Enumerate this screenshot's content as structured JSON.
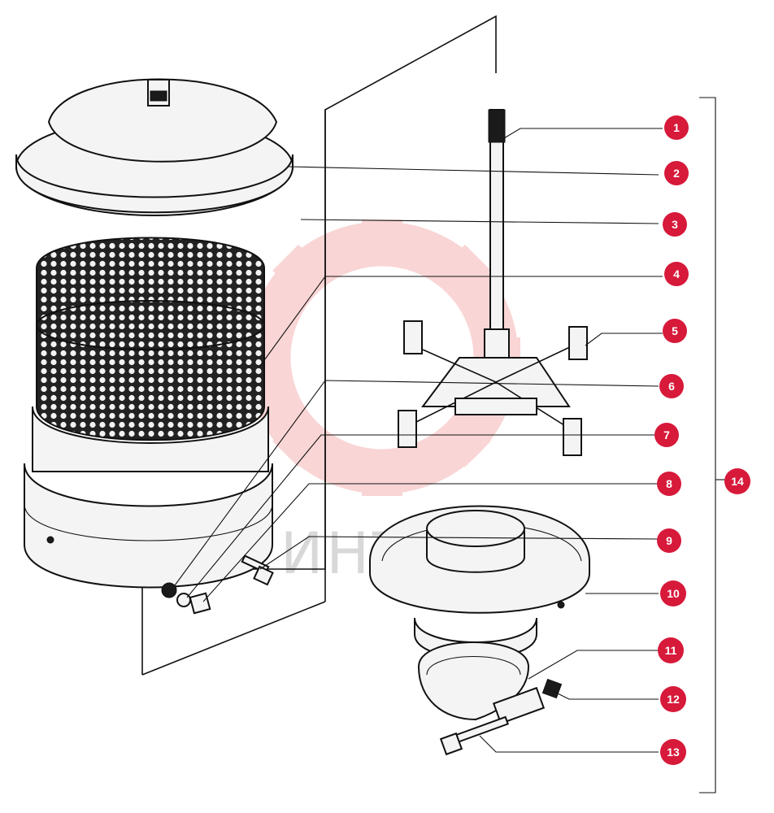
{
  "watermark": {
    "text": "ИНТЕХ",
    "color": "#f3a3a3"
  },
  "marker_color": "#d7193a",
  "callouts": [
    {
      "label": "1"
    },
    {
      "label": "2"
    },
    {
      "label": "3"
    },
    {
      "label": "4"
    },
    {
      "label": "5"
    },
    {
      "label": "6"
    },
    {
      "label": "7"
    },
    {
      "label": "8"
    },
    {
      "label": "9"
    },
    {
      "label": "10"
    },
    {
      "label": "11"
    },
    {
      "label": "12"
    },
    {
      "label": "13"
    },
    {
      "label": "14"
    }
  ]
}
